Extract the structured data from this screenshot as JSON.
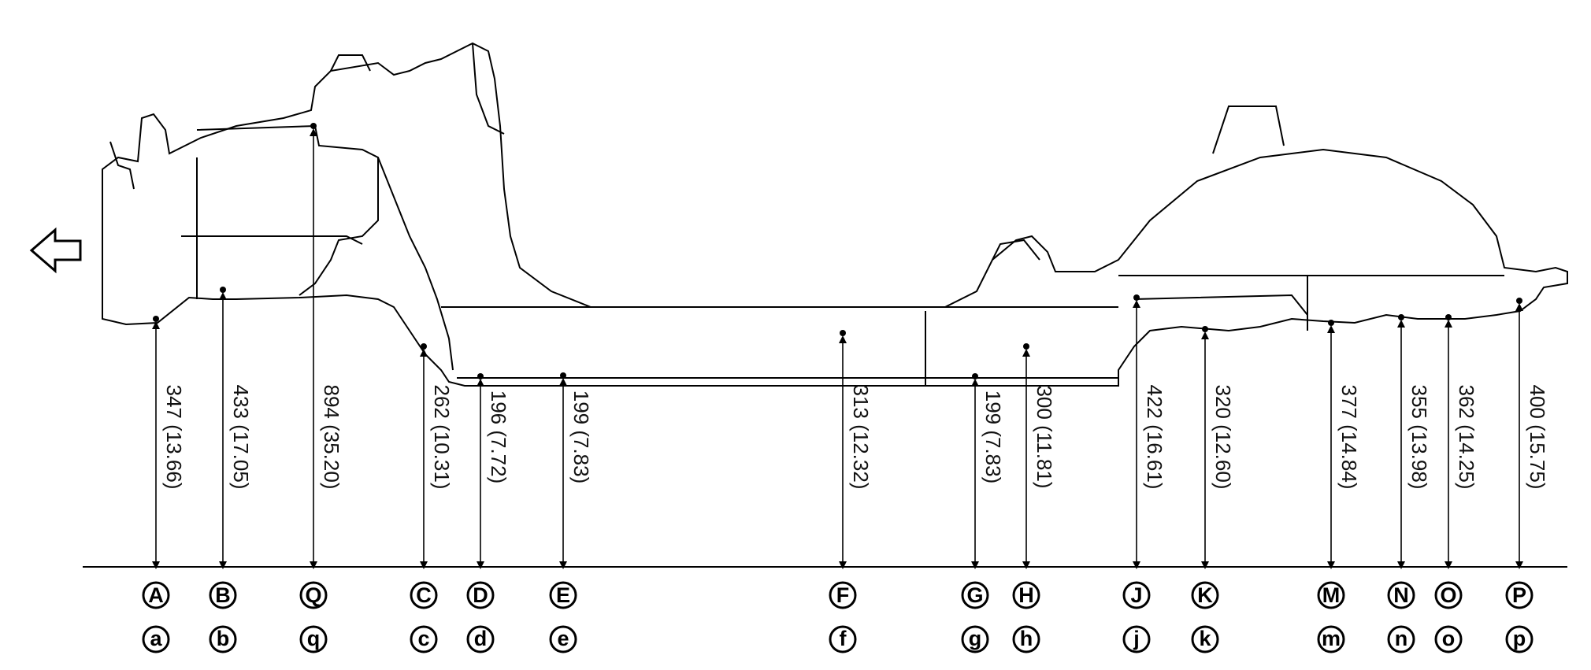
{
  "direction_arrow": {
    "icon": "front-arrow-icon"
  },
  "points": [
    {
      "upper": "A",
      "lower": "a",
      "dimension": "347 (13.66)"
    },
    {
      "upper": "B",
      "lower": "b",
      "dimension": "433 (17.05)"
    },
    {
      "upper": "Q",
      "lower": "q",
      "dimension": "894 (35.20)"
    },
    {
      "upper": "C",
      "lower": "c",
      "dimension": "262 (10.31)"
    },
    {
      "upper": "D",
      "lower": "d",
      "dimension": "196 (7.72)"
    },
    {
      "upper": "E",
      "lower": "e",
      "dimension": "199 (7.83)"
    },
    {
      "upper": "F",
      "lower": "f",
      "dimension": "313 (12.32)"
    },
    {
      "upper": "G",
      "lower": "g",
      "dimension": "199 (7.83)"
    },
    {
      "upper": "H",
      "lower": "h",
      "dimension": "300 (11.81)"
    },
    {
      "upper": "J",
      "lower": "j",
      "dimension": "422 (16.61)"
    },
    {
      "upper": "K",
      "lower": "k",
      "dimension": "320 (12.60)"
    },
    {
      "upper": "M",
      "lower": "m",
      "dimension": "377 (14.84)"
    },
    {
      "upper": "N",
      "lower": "n",
      "dimension": "355 (13.98)"
    },
    {
      "upper": "O",
      "lower": "o",
      "dimension": "362 (14.25)"
    },
    {
      "upper": "P",
      "lower": "p",
      "dimension": "400 (15.75)"
    }
  ]
}
